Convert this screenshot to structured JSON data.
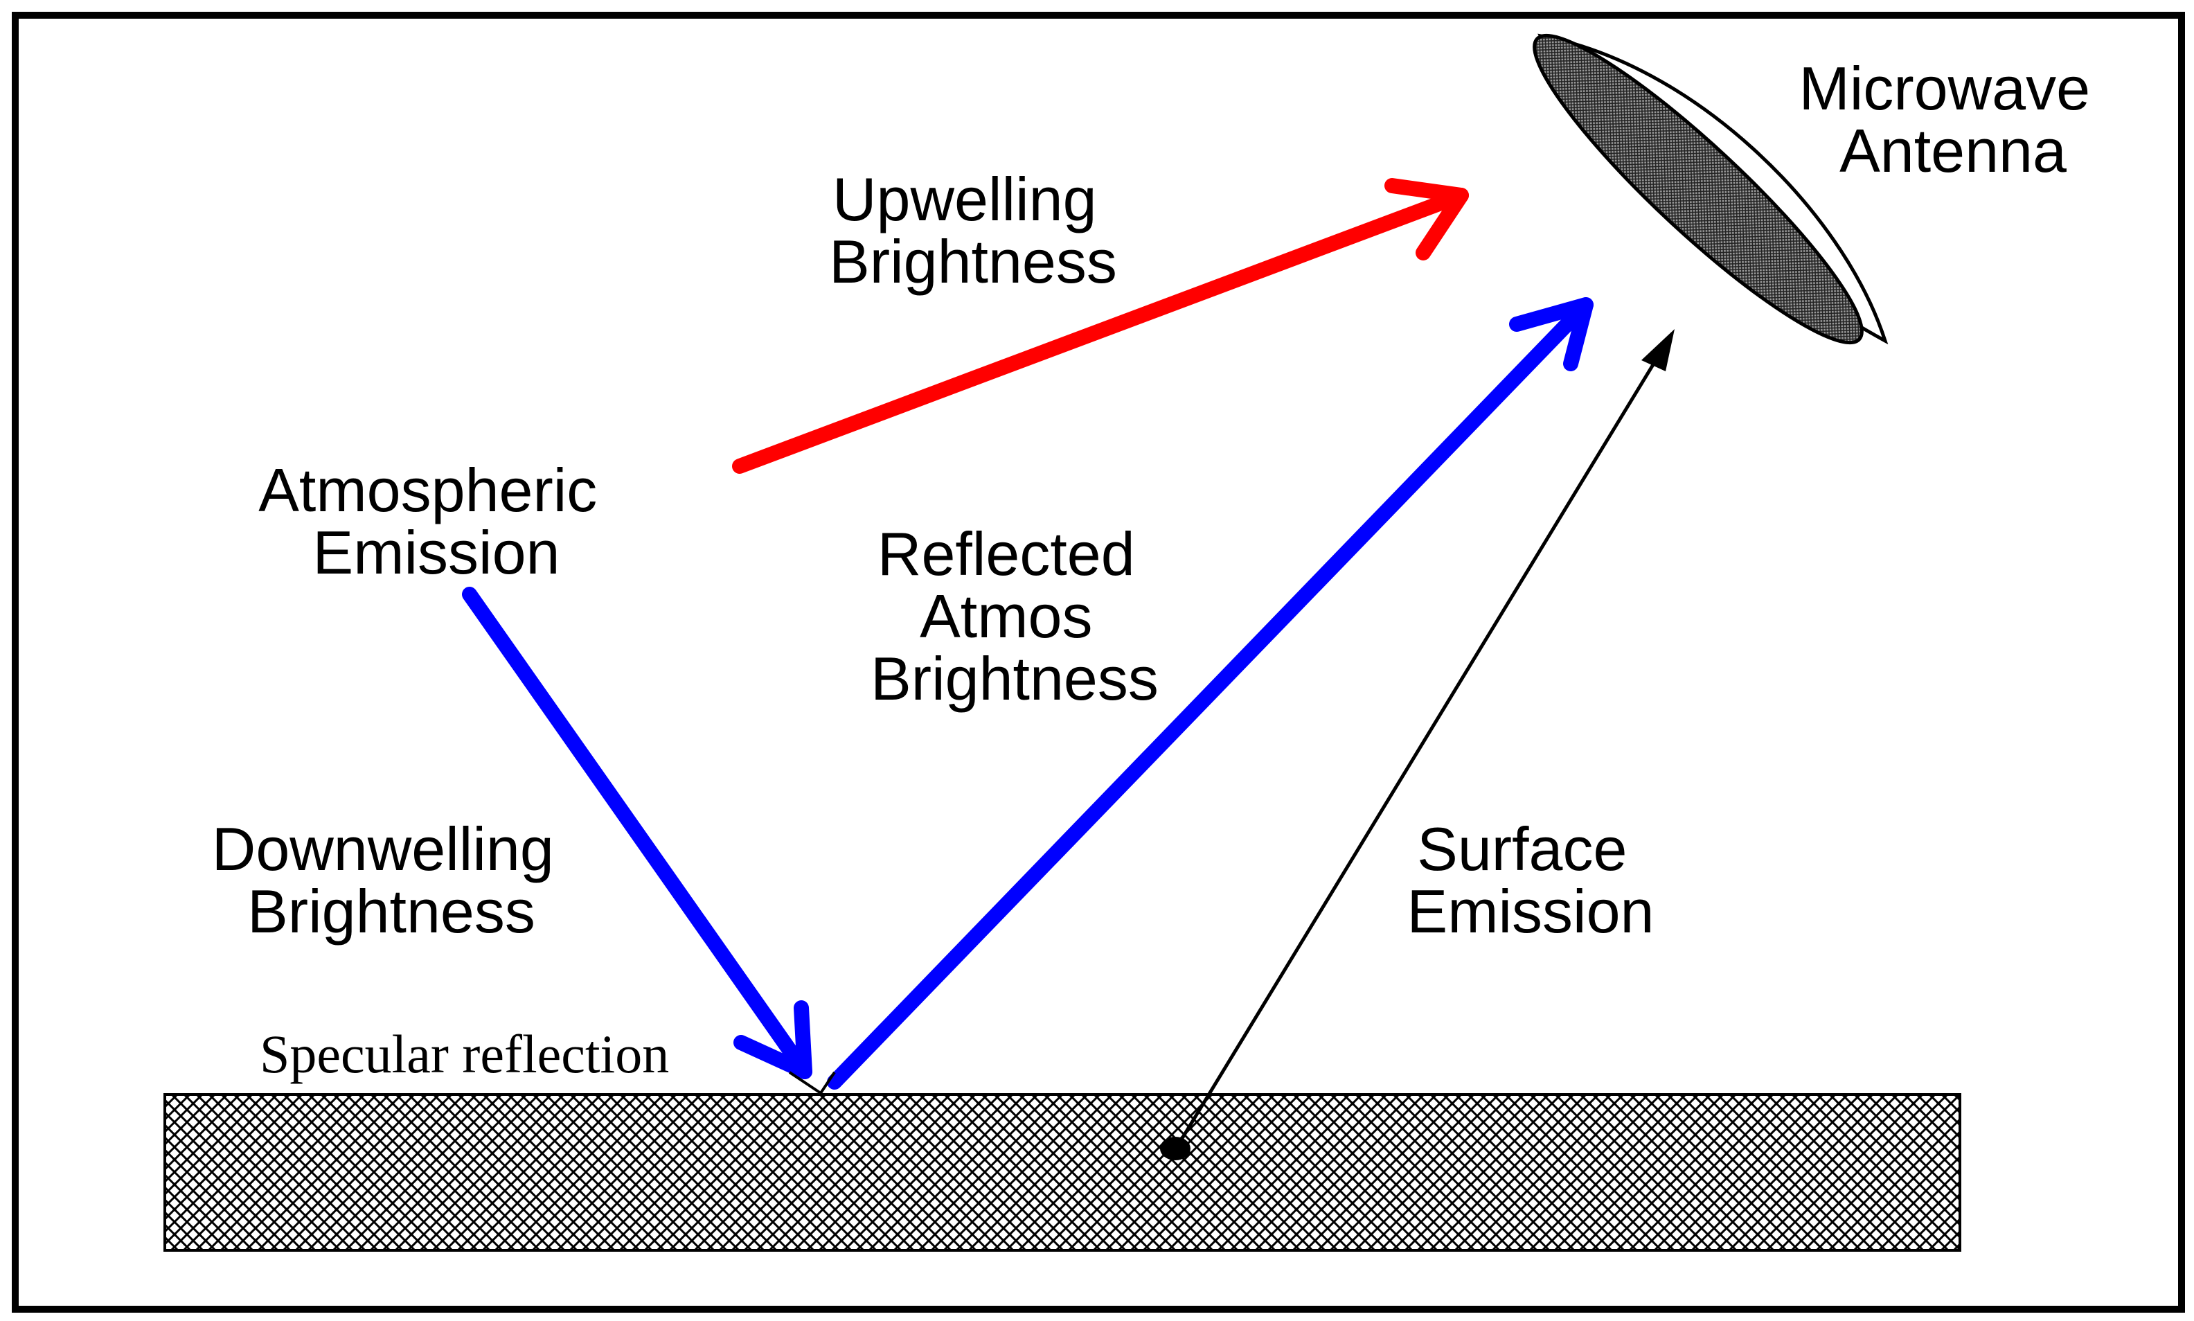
{
  "labels": {
    "microwave_antenna": [
      "Microwave",
      "Antenna"
    ],
    "upwelling_brightness": [
      "Upwelling",
      "Brightness"
    ],
    "atmospheric_emission": [
      "Atmospheric",
      "Emission"
    ],
    "reflected_atmos_brightness": [
      "Reflected",
      "Atmos",
      "Brightness"
    ],
    "downwelling_brightness": [
      "Downwelling",
      "Brightness"
    ],
    "surface_emission": [
      "Surface",
      "Emission"
    ],
    "specular_reflection": "Specular reflection"
  },
  "colors": {
    "upwelling_arrow": "#ff0000",
    "atmospheric_arrows": "#0000ff",
    "surface_emission_arrow": "#000000",
    "frame": "#000000",
    "surface_pattern": "#000000",
    "antenna_fill": "#555555"
  },
  "icons": {
    "antenna": "microwave-dish-icon",
    "emission_point": "surface-point-icon"
  }
}
